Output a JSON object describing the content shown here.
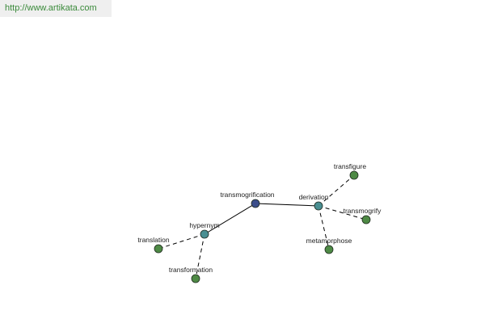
{
  "header": {
    "url": "http://www.artikata.com"
  },
  "colors": {
    "center_node": "#3b4d8a",
    "relation_node": "#4a8f92",
    "leaf_node": "#4e8a45",
    "edge": "#000000",
    "url_text": "#3a8a3a"
  },
  "graph": {
    "nodes": [
      {
        "id": "transmogrification",
        "label": "transmogrification",
        "kind": "center"
      },
      {
        "id": "hypernym",
        "label": "hypernym",
        "kind": "relation"
      },
      {
        "id": "derivation",
        "label": "derivation",
        "kind": "relation"
      },
      {
        "id": "translation",
        "label": "translation",
        "kind": "leaf"
      },
      {
        "id": "transformation",
        "label": "transformation",
        "kind": "leaf"
      },
      {
        "id": "transfigure",
        "label": "transfigure",
        "kind": "leaf"
      },
      {
        "id": "transmogrify",
        "label": "transmogrify",
        "kind": "leaf"
      },
      {
        "id": "metamorphose",
        "label": "metamorphose",
        "kind": "leaf"
      }
    ],
    "edges": [
      {
        "from": "transmogrification",
        "to": "hypernym",
        "style": "solid"
      },
      {
        "from": "transmogrification",
        "to": "derivation",
        "style": "solid"
      },
      {
        "from": "hypernym",
        "to": "translation",
        "style": "dashed"
      },
      {
        "from": "hypernym",
        "to": "transformation",
        "style": "dashed"
      },
      {
        "from": "derivation",
        "to": "transfigure",
        "style": "dashed"
      },
      {
        "from": "derivation",
        "to": "transmogrify",
        "style": "dashed"
      },
      {
        "from": "derivation",
        "to": "metamorphose",
        "style": "dashed"
      }
    ]
  }
}
